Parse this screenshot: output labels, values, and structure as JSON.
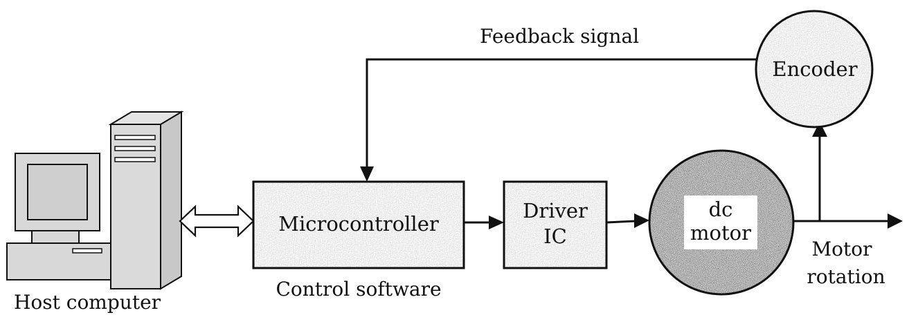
{
  "diagram": {
    "host_computer_label": "Host computer",
    "microcontroller_label": "Microcontroller",
    "control_software_label": "Control software",
    "driver_label_line1": "Driver",
    "driver_label_line2": "IC",
    "motor_label_line1": "dc",
    "motor_label_line2": "motor",
    "encoder_label": "Encoder",
    "feedback_label": "Feedback signal",
    "rotation_label_line1": "Motor",
    "rotation_label_line2": "rotation"
  }
}
